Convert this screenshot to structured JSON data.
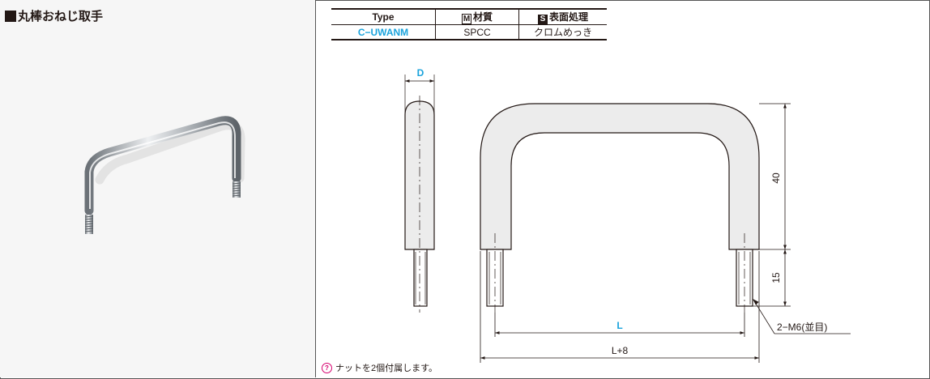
{
  "product": {
    "title": "丸棒おねじ取手"
  },
  "spec_table": {
    "headers": {
      "type": "Type",
      "material_mark": "M",
      "material": "材質",
      "surface_mark": "S",
      "surface": "表面処理"
    },
    "row": {
      "type": "C−UWANM",
      "material": "SPCC",
      "surface": "クロムめっき"
    }
  },
  "drawing": {
    "dim_d": "D",
    "dim_l": "L",
    "dim_l8": "L+8",
    "dim_40": "40",
    "dim_15": "15",
    "thread": "2−M6(並目)"
  },
  "note": {
    "text": "ナットを2個付属します。"
  },
  "colors": {
    "accent": "#1aa3dc",
    "note_mark": "#d6006f",
    "part_fill": "#ececec"
  }
}
